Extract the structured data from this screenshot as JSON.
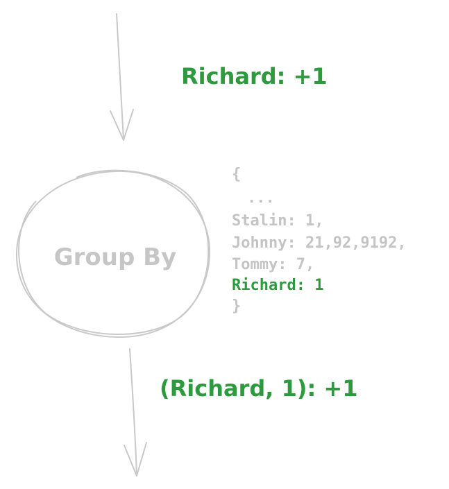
{
  "input_label": "Richard: +1",
  "node_label": "Group By",
  "state": {
    "open": "{",
    "ellipsis": "...",
    "lines": [
      {
        "text": "Stalin: 1,",
        "highlight": false
      },
      {
        "text": "Johnny: 21,92,9192,",
        "highlight": false
      },
      {
        "text": "Tommy: 7,",
        "highlight": false
      },
      {
        "text": "Richard: 1",
        "highlight": true
      }
    ],
    "close": "}"
  },
  "output_label": "(Richard, 1): +1",
  "colors": {
    "accent": "#2e9a3e",
    "sketch": "#c9c9c9",
    "muted_text": "#c4c4c4"
  }
}
